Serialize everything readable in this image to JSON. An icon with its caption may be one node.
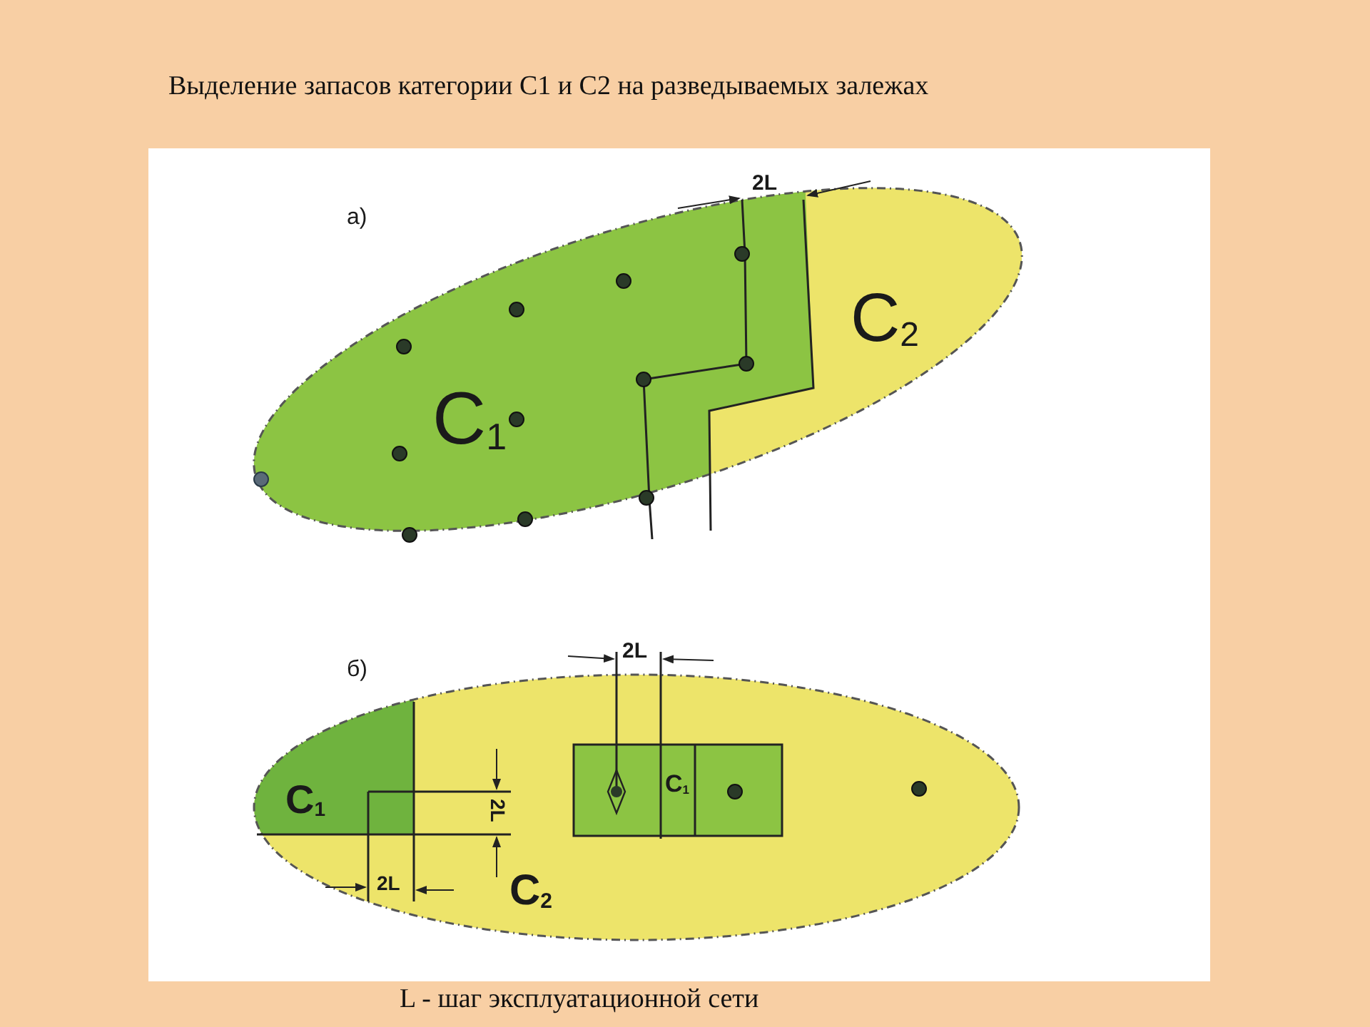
{
  "diagram": {
    "title": "Выделение запасов категории C1 и C2 на разведываемых залежах",
    "caption": "L - шаг эксплуатационной сети",
    "labels": [
      "а)",
      "2L",
      "C$_{2}$",
      "C$_{1}$",
      "б)",
      "2L",
      "C$_{1}$",
      "C$_{1}$",
      "2L",
      "2L",
      "C$_{2}$"
    ]
  }
}
